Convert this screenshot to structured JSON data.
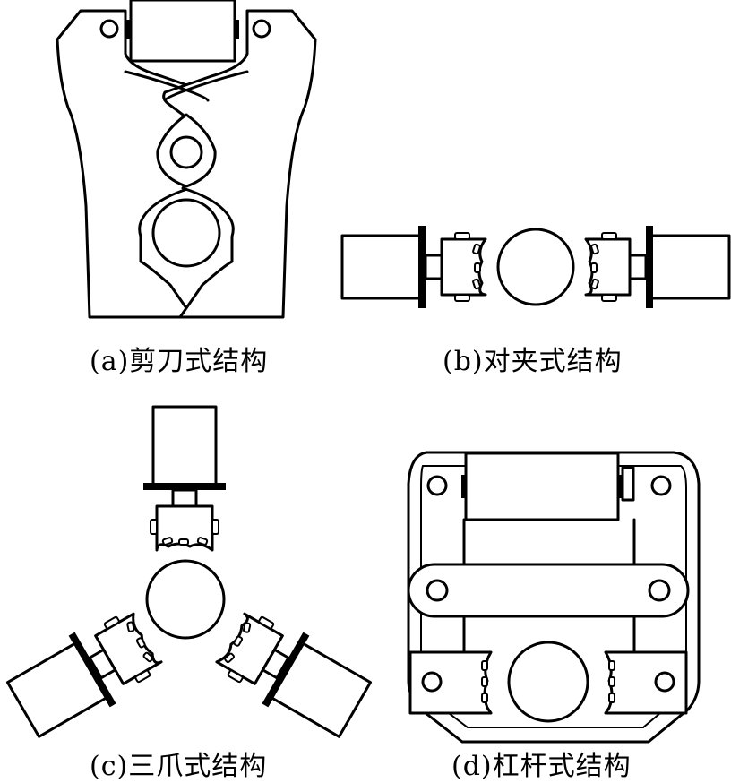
{
  "captions": {
    "a": "(a)剪刀式结构",
    "b": "(b)对夹式结构",
    "c": "(c)三爪式结构",
    "d": "(d)杠杆式结构"
  },
  "colors": {
    "stroke": "#000000",
    "background": "#ffffff"
  }
}
